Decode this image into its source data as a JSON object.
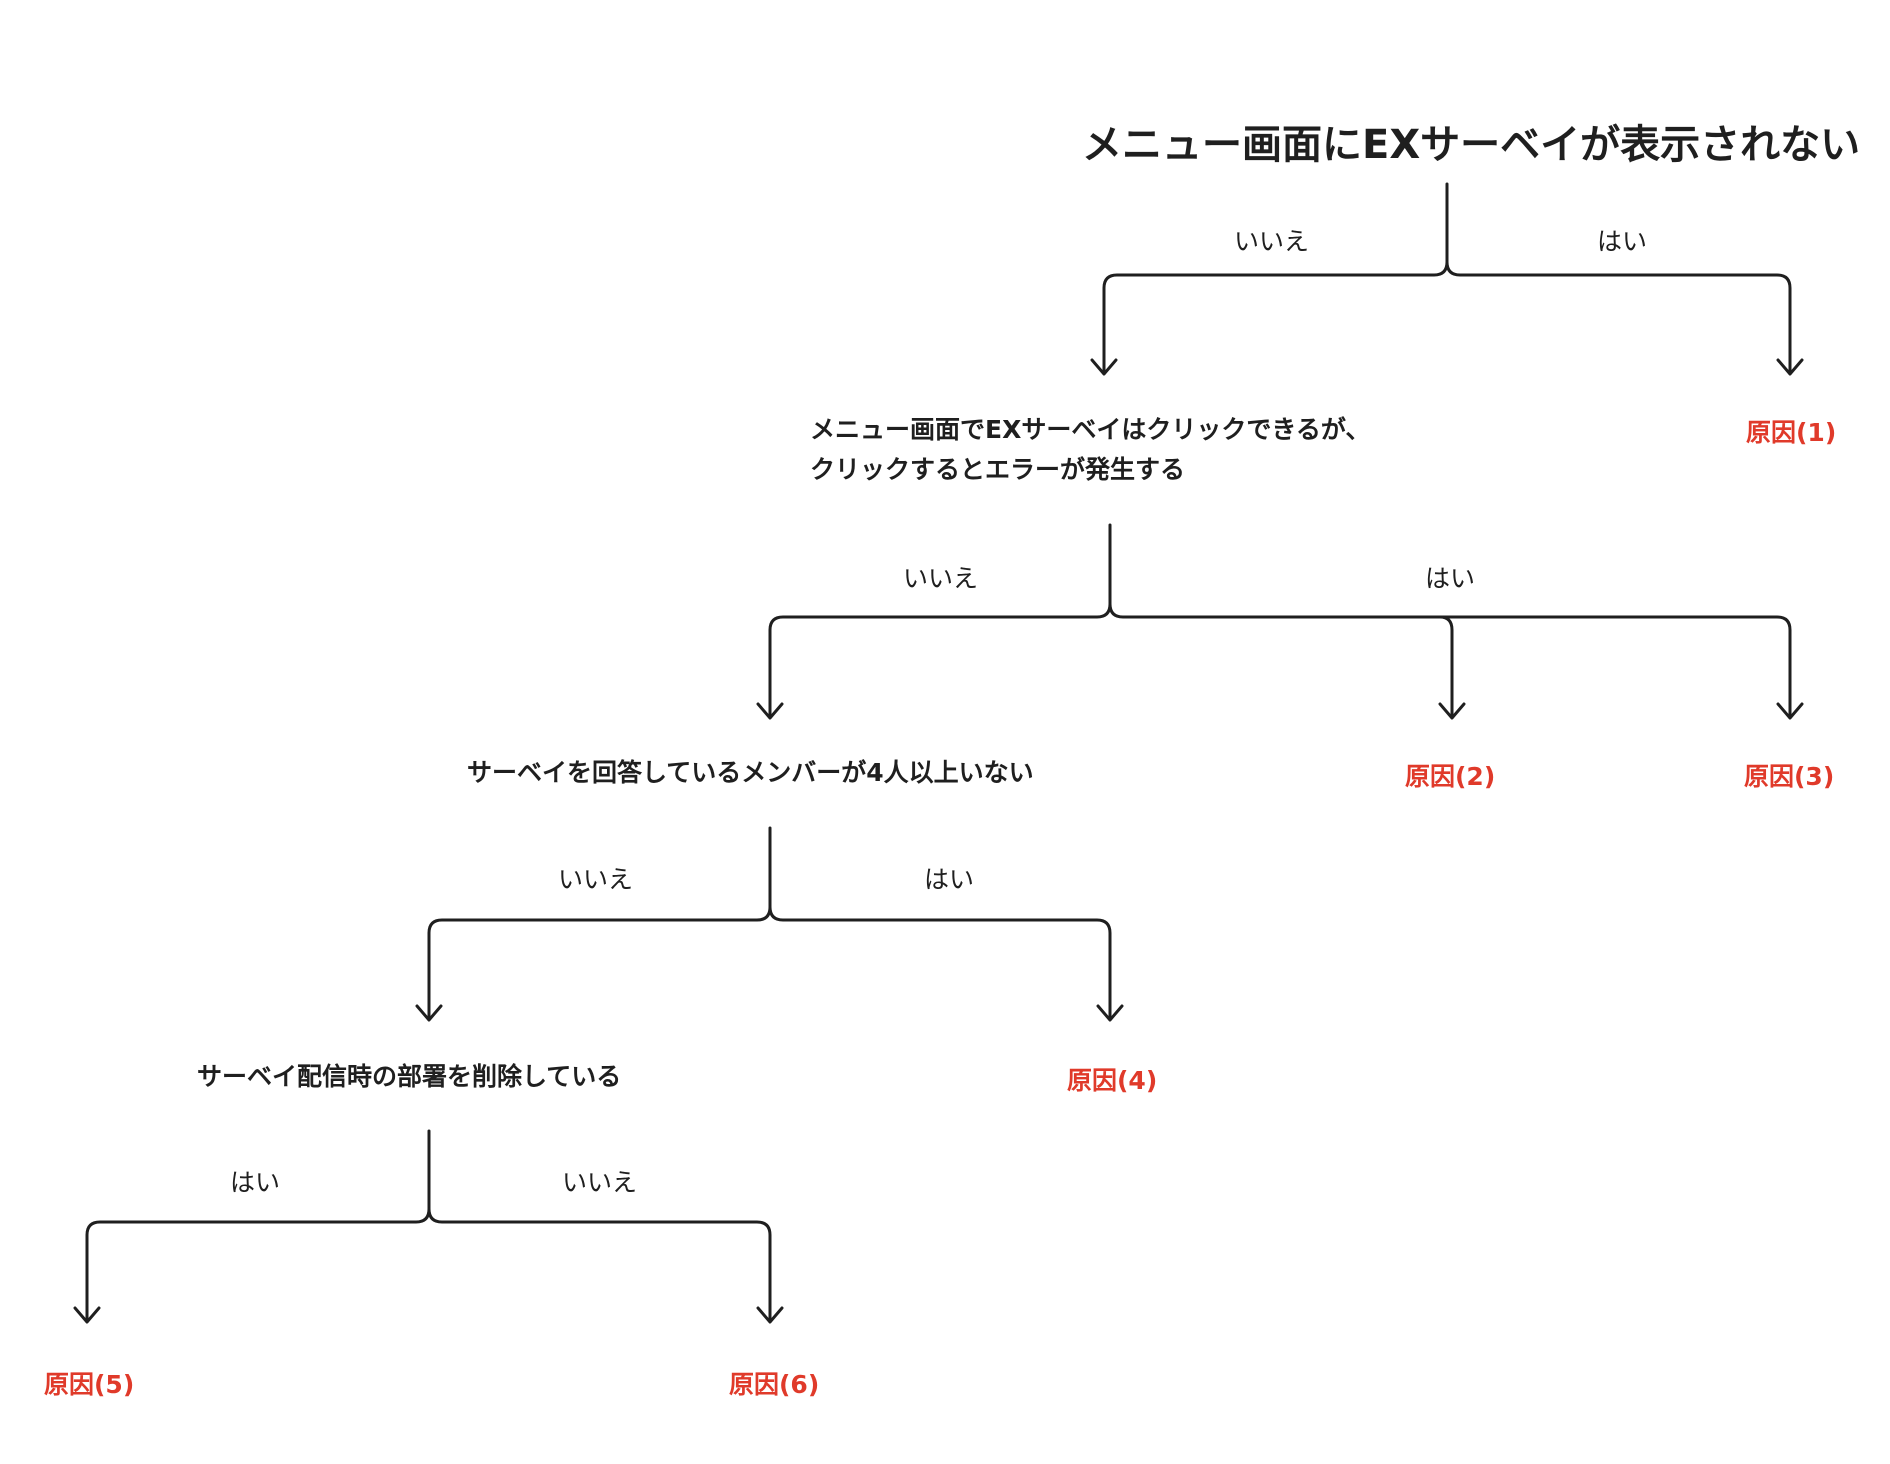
{
  "diagram": {
    "title": "メニュー画面にEXサーベイが表示されない",
    "questions": {
      "q1_line1": "メニュー画面でEXサーベイはクリックできるが、",
      "q1_line2": "クリックするとエラーが発生する",
      "q2": "サーベイを回答しているメンバーが4人以上いない",
      "q3": "サーベイ配信時の部署を削除している"
    },
    "causes": [
      "原因(1)",
      "原因(2)",
      "原因(3)",
      "原因(4)",
      "原因(5)",
      "原因(6)"
    ],
    "labels": {
      "yes": "はい",
      "no": "いいえ"
    },
    "colors": {
      "line": "#1f1f1f",
      "cause": "#e03a2a",
      "text": "#1f1f1f"
    }
  }
}
